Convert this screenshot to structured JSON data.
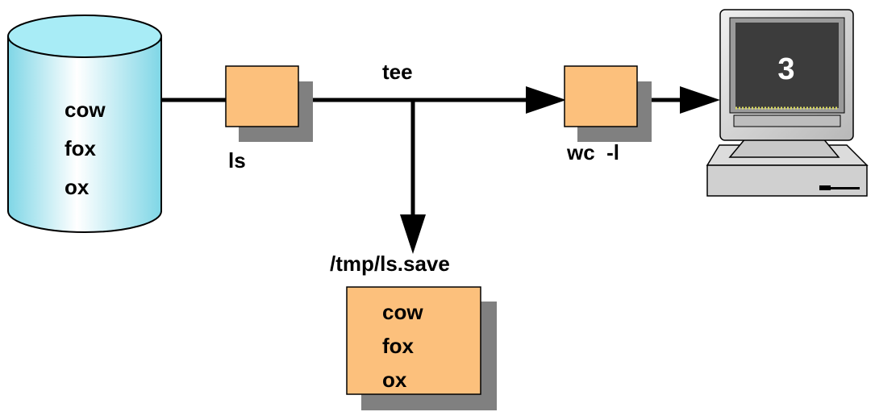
{
  "source_disk": {
    "files": [
      "cow",
      "fox",
      "ox"
    ]
  },
  "commands": {
    "ls": "ls",
    "tee": "tee",
    "wc": "wc  -l"
  },
  "output_file": {
    "path": "/tmp/ls.save",
    "files": [
      "cow",
      "fox",
      "ox"
    ]
  },
  "terminal": {
    "display": "3"
  },
  "colors": {
    "disk_fill": "#a8ecf6",
    "box_fill": "#fcc07c",
    "shadow": "#808080"
  }
}
